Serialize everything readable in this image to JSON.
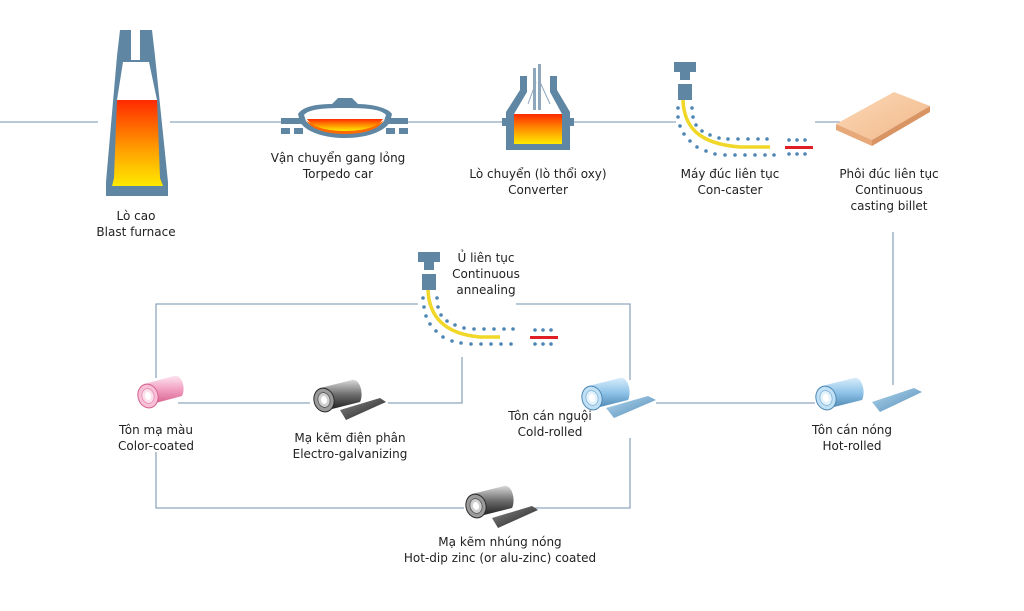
{
  "colors": {
    "line": "#8fa7bd",
    "steel": "#5f87a3",
    "steel_dark": "#40667f",
    "hot_top": "#ff2a00",
    "hot_bottom": "#ffe600",
    "strand": "#f0d728",
    "dot": "#4d86b4",
    "red_bar": "#e01e26",
    "billet": "#f4c197",
    "coil_cold": "#8ec3e8",
    "coil_pink": "#f19ec0",
    "coil_dark": "#3a3a3a"
  },
  "icons": [
    "blast-furnace-icon",
    "torpedo-car-icon",
    "converter-icon",
    "con-caster-icon",
    "billet-icon",
    "annealing-icon",
    "color-coil-icon",
    "electro-galvanizing-coil-icon",
    "cold-rolled-coil-icon",
    "hot-rolled-coil-icon",
    "hot-dip-coil-icon"
  ],
  "stages": {
    "blast_furnace": {
      "vi": "Lò cao",
      "en": "Blast furnace"
    },
    "torpedo_car": {
      "vi": "Vận chuyển gang lỏng",
      "en": "Torpedo car"
    },
    "converter": {
      "vi": "Lò chuyển (lò thổi oxy)",
      "en": "Converter"
    },
    "con_caster": {
      "vi": "Máy đúc liên tục",
      "en": "Con-caster"
    },
    "billet": {
      "vi": "Phôi đúc liên tục",
      "en1": "Continuous",
      "en2": "casting billet"
    },
    "annealing": {
      "vi": "Ủ liên tục",
      "en1": "Continuous",
      "en2": "annealing"
    },
    "color_coated": {
      "vi": "Tôn mạ màu",
      "en": "Color-coated"
    },
    "electro_galvanizing": {
      "vi": "Mạ kẽm điện phân",
      "en": "Electro-galvanizing"
    },
    "cold_rolled": {
      "vi": "Tôn cán nguội",
      "en": "Cold-rolled"
    },
    "hot_rolled": {
      "vi": "Tôn cán nóng",
      "en": "Hot-rolled"
    },
    "hot_dip": {
      "vi": "Mạ kẽm nhúng nóng",
      "en": "Hot-dip zinc (or alu-zinc) coated"
    }
  }
}
